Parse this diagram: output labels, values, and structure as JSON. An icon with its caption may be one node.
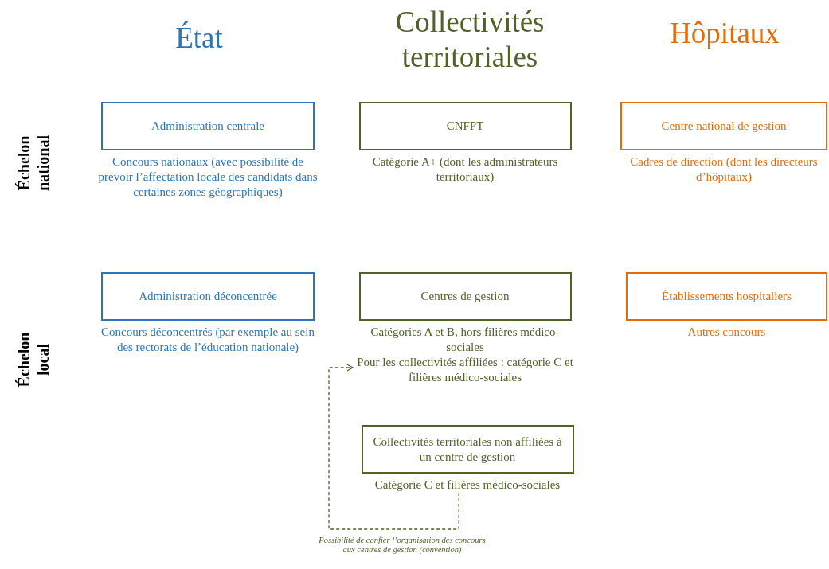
{
  "diagram": {
    "nodes": [
      {
        "text": [
          "Administration centrale"
        ],
        "beside": [
          "Concours nationaux (avec possibilité de prévoir l’affectation locale des candidats dans certaines zones géographiques)"
        ]
      },
      {
        "text": [
          "CNFPT"
        ],
        "beside": [
          "Catégorie A+ (dont les administrateurs territoriaux)"
        ]
      },
      {
        "text": [
          "Centre national de gestion"
        ],
        "beside": [
          "Cadres de direction (dont les directeurs d’hôpitaux)"
        ]
      },
      {
        "text": [
          "Administration déconcentrée"
        ],
        "beside": [
          "Concours déconcentrés (par exemple au sein des rectorats de l’éducation nationale)"
        ]
      },
      {
        "text": [
          "Centres de gestion"
        ],
        "beside": [
          "Catégories A et B, hors filières médico-sociales",
          "Pour les collectivités affiliées : catégorie C et filières médico-sociales"
        ]
      },
      {
        "text": [
          "Établissements hospitaliers"
        ],
        "beside": [
          "Autres concours"
        ]
      },
      {
        "text": [
          "Collectivités territoriales non affiliées à un centre de gestion"
        ],
        "beside": [
          "Catégorie C et filières médico-sociales"
        ]
      }
    ],
    "edges": [
      {
        "from": 6,
        "to": 4,
        "arrow": "to",
        "style": "dashed",
        "label": "Possibilité de confier l’organisation des concours aux centres de gestion (convention)"
      }
    ],
    "labels": [
      "État",
      "Collectivités territoriales",
      "Hôpitaux",
      "Échelon national",
      "Échelon local"
    ]
  }
}
